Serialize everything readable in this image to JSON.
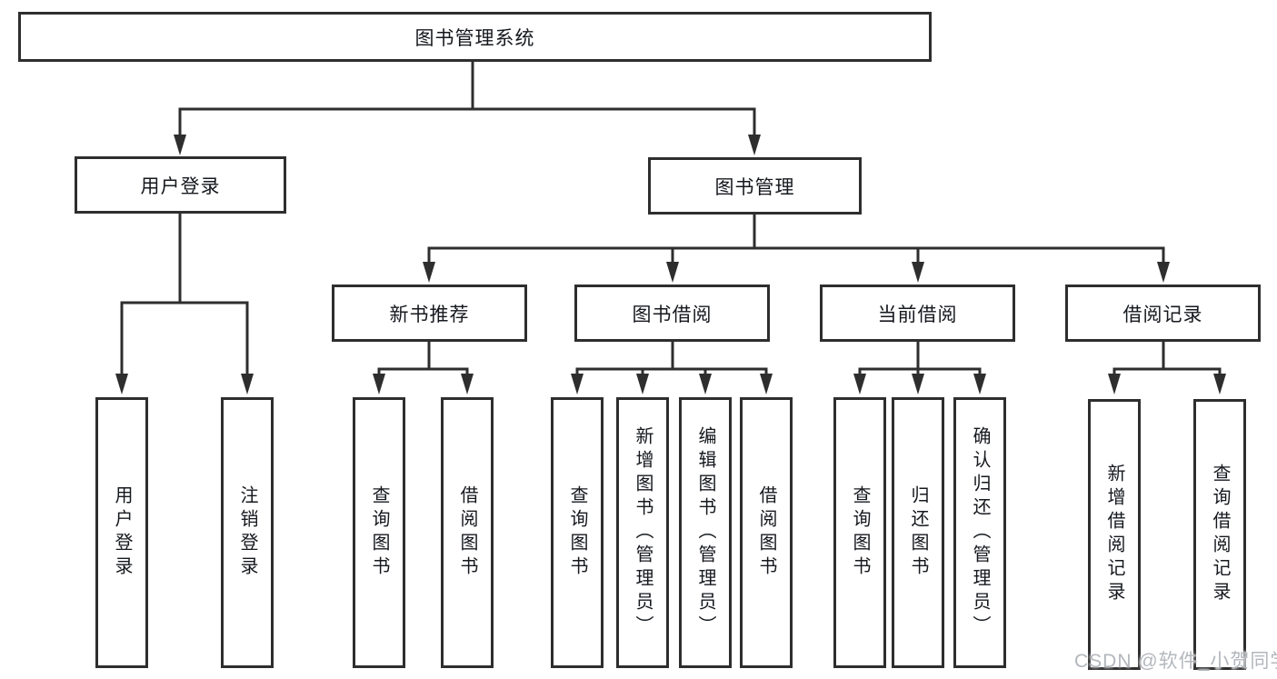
{
  "tree": {
    "label": "图书管理系统",
    "children": [
      {
        "label": "用户登录",
        "children": [
          {
            "label": "用户登录"
          },
          {
            "label": "注销登录"
          }
        ]
      },
      {
        "label": "图书管理",
        "children": [
          {
            "label": "新书推荐",
            "children": [
              {
                "label": "查询图书"
              },
              {
                "label": "借阅图书"
              }
            ]
          },
          {
            "label": "图书借阅",
            "children": [
              {
                "label": "查询图书"
              },
              {
                "label": "新增图书（管理员）"
              },
              {
                "label": "编辑图书（管理员）"
              },
              {
                "label": "借阅图书"
              }
            ]
          },
          {
            "label": "当前借阅",
            "children": [
              {
                "label": "查询图书"
              },
              {
                "label": "归还图书"
              },
              {
                "label": "确认归还（管理员）"
              }
            ]
          },
          {
            "label": "借阅记录",
            "children": [
              {
                "label": "新增借阅记录"
              },
              {
                "label": "查询借阅记录"
              }
            ]
          }
        ]
      }
    ]
  },
  "watermark": "CSDN @软件_小贺同学",
  "colors": {
    "line": "#2e2e2e",
    "box_border": "#2e2e2e",
    "text": "#15181d",
    "watermark": "#b3b7bd",
    "background": "#ffffff"
  }
}
